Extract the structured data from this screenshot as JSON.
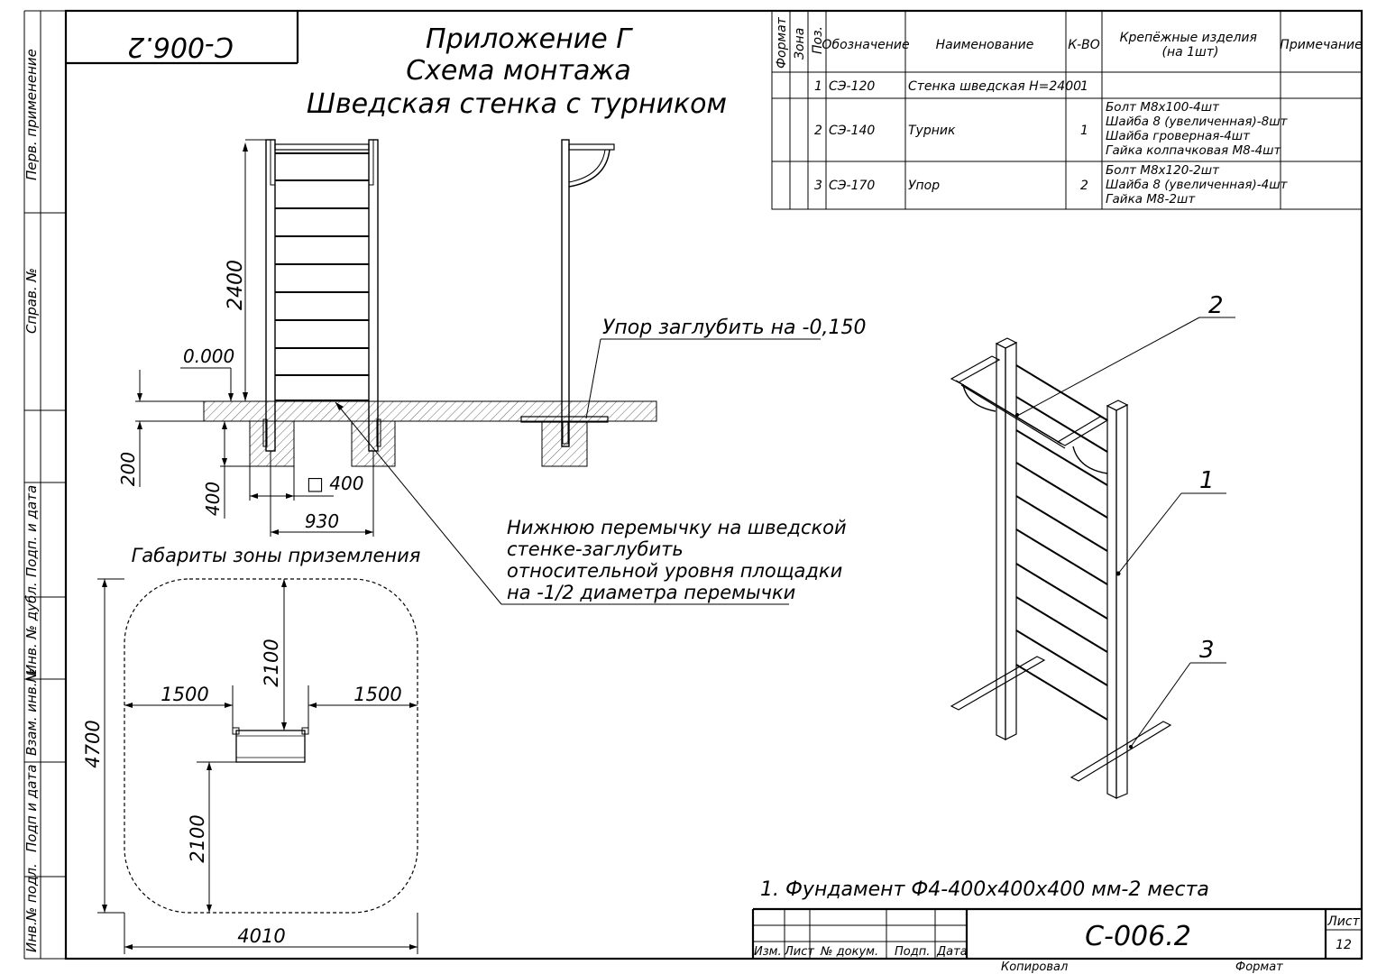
{
  "drawing_code": "С-006.2",
  "title": {
    "line1": "Приложение Г",
    "line2": "Схема монтажа",
    "line3": "Шведская стенка с турником"
  },
  "left_stamp": [
    "Перв. применение",
    "Справ. №",
    "Подп. и дата",
    "Инв. № дубл.",
    "Взам. инв.№",
    "Подп и дата",
    "Инв.№ подл."
  ],
  "spec_table": {
    "headers": {
      "format": "Формат",
      "zone": "Зона",
      "pos": "Поз.",
      "designation": "Обозначение",
      "name": "Наименование",
      "qty": "К-ВО",
      "fasteners": "Крепёжные изделия (на 1шт)",
      "note": "Примечание"
    },
    "rows": [
      {
        "pos": "1",
        "designation": "СЭ-120",
        "name": "Стенка шведская H=2400",
        "qty": "1",
        "fasteners": []
      },
      {
        "pos": "2",
        "designation": "СЭ-140",
        "name": "Турник",
        "qty": "1",
        "fasteners": [
          "Болт М8х100-4шт",
          "Шайба 8 (увеличенная)-8шт",
          "Шайба гроверная-4шт",
          "Гайка колпачковая М8-4шт"
        ]
      },
      {
        "pos": "3",
        "designation": "СЭ-170",
        "name": "Упор",
        "qty": "2",
        "fasteners": [
          "Болт М8х120-2шт",
          "Шайба 8 (увеличенная)-4шт",
          "Гайка М8-2шт"
        ]
      }
    ]
  },
  "front_view": {
    "dim_height": "2400",
    "level": "0.000",
    "dim_depth_200": "200",
    "dim_depth_400": "400",
    "dim_square": "□ 400",
    "dim_width": "930"
  },
  "side_view": {
    "note": "Упор заглубить на -0,150"
  },
  "crossbar_note": [
    "Нижнюю перемычку на шведской",
    "стенке-заглубить",
    "относительной уровня площадки",
    "на -1/2 диаметра перемычки"
  ],
  "landing_zone": {
    "title": "Габариты зоны приземления",
    "dim_left": "1500",
    "dim_right": "1500",
    "dim_top": "2100",
    "dim_bottom": "2100",
    "dim_height": "4700",
    "dim_width": "4010"
  },
  "iso_labels": {
    "pos1": "1",
    "pos2": "2",
    "pos3": "3"
  },
  "footnote": "1.   Фундамент Ф4-400х400х400 мм-2 места",
  "title_block": {
    "cols": [
      "Изм.",
      "Лист",
      "№ докум.",
      "Подп.",
      "Дата"
    ],
    "sheet_label": "Лист",
    "sheet_number": "12",
    "copied": "Копировал",
    "format": "Формат"
  }
}
